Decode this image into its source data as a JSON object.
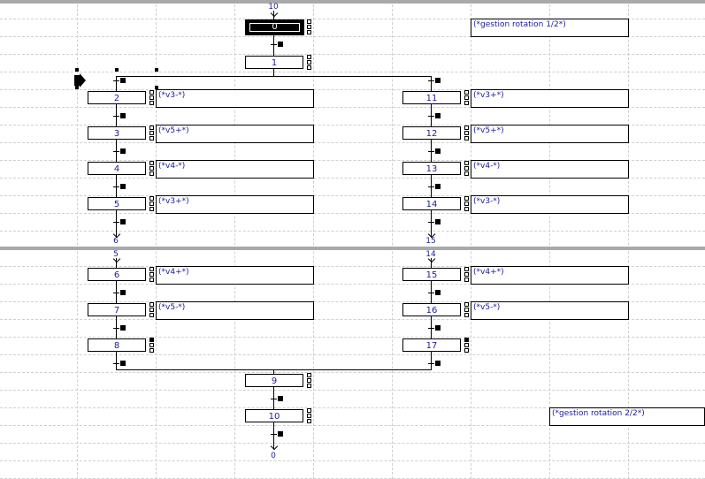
{
  "diagram": {
    "top_ref": "10",
    "steps": {
      "s0": "0",
      "s1": "1",
      "s2": "2",
      "s3": "3",
      "s4": "4",
      "s5": "5",
      "s11": "11",
      "s12": "12",
      "s13": "13",
      "s14": "14",
      "s6": "6",
      "s7": "7",
      "s8": "8",
      "s15": "15",
      "s16": "16",
      "s17": "17",
      "s9": "9",
      "s10": "10"
    },
    "actions": {
      "rot1": "(*gestion rotation  1/2*)",
      "a2": "(*v3-*)",
      "a3": "(*v5+*)",
      "a4": "(*v4-*)",
      "a5": "(*v3+*)",
      "a11": "(*v3+*)",
      "a12": "(*v5+*)",
      "a13": "(*v4-*)",
      "a14": "(*v3-*)",
      "a6": "(*v4+*)",
      "a7": "(*v5-*)",
      "a15": "(*v4+*)",
      "a16": "(*v5-*)",
      "rot2": "(*gestion rotation 2/2*)"
    },
    "page_refs": {
      "to6": "6",
      "to15": "15",
      "from5": "5",
      "from14": "14",
      "bottom": "0"
    }
  }
}
